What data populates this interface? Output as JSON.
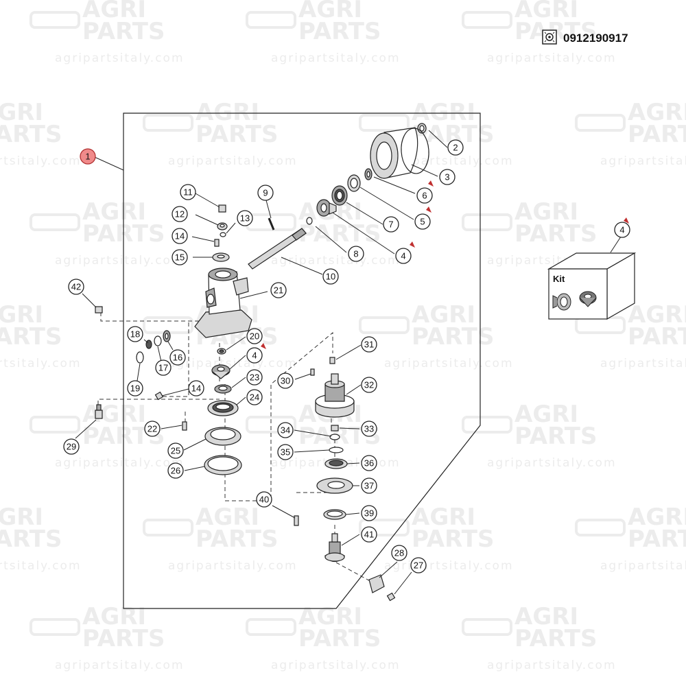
{
  "header": {
    "part_code": "0912190917",
    "code_icon": "gear-barcode-icon"
  },
  "watermark": {
    "line1": "AGRI",
    "line2": "PARTS",
    "url": "agripartsitaly.com"
  },
  "kit": {
    "label": "Kit",
    "callout": "4"
  },
  "callouts": {
    "c1": "1",
    "c2": "2",
    "c3": "3",
    "c4a": "4",
    "c4b": "4",
    "c5": "5",
    "c6": "6",
    "c7": "7",
    "c8": "8",
    "c9": "9",
    "c10": "10",
    "c11": "11",
    "c12": "12",
    "c13": "13",
    "c14a": "14",
    "c14b": "14",
    "c15": "15",
    "c16": "16",
    "c17": "17",
    "c18": "18",
    "c19": "19",
    "c20": "20",
    "c21": "21",
    "c22": "22",
    "c23": "23",
    "c24": "24",
    "c25": "25",
    "c26": "26",
    "c27": "27",
    "c28": "28",
    "c29": "29",
    "c30": "30",
    "c31": "31",
    "c32": "32",
    "c33": "33",
    "c34": "34",
    "c35": "35",
    "c36": "36",
    "c37": "37",
    "c39": "39",
    "c40": "40",
    "c41": "41",
    "c42": "42"
  },
  "colors": {
    "highlight": "#f08a8a",
    "kit_marker": "#c03030",
    "watermark": "#ececec"
  }
}
